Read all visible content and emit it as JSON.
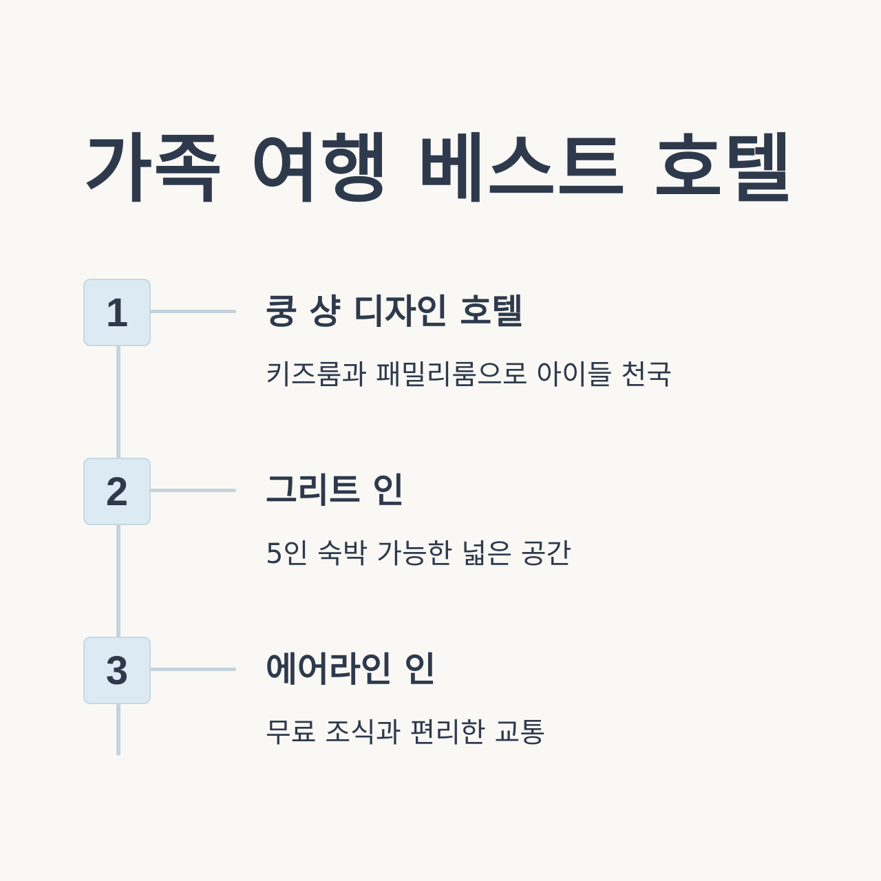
{
  "title": "가족 여행 베스트 호텔",
  "steps": [
    {
      "number": "1",
      "title": "쿵 샹 디자인 호텔",
      "description": "키즈룸과 패밀리룸으로 아이들 천국"
    },
    {
      "number": "2",
      "title": "그리트 인",
      "description": "5인 숙박 가능한 넓은 공간"
    },
    {
      "number": "3",
      "title": "에어라인 인",
      "description": "무료 조식과 편리한 교통"
    }
  ],
  "colors": {
    "background": "#faf8f5",
    "text": "#2e3a4c",
    "badge_fill": "#dcebf3",
    "line": "#c5d4dc"
  }
}
